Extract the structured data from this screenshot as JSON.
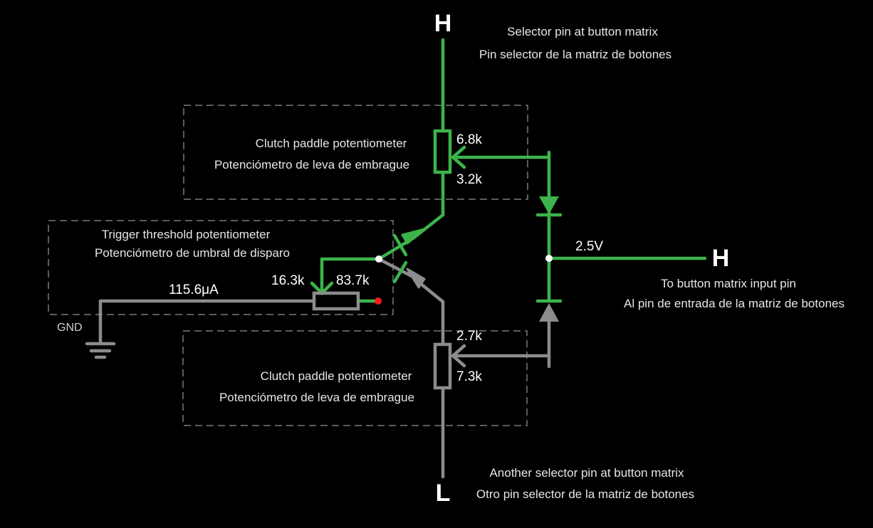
{
  "colors": {
    "background": "#000000",
    "active_wire": "#3cb44b",
    "inactive_wire": "#8c8c8c",
    "box_border": "#7a7a7a",
    "node": "#ffffff",
    "indicator": "#ff1a1a"
  },
  "top_pin": {
    "level": "H",
    "label_en": "Selector pin at button matrix",
    "label_es": "Pin selector de la matriz de botones"
  },
  "bottom_pin": {
    "level": "L",
    "label_en": "Another selector pin at button matrix",
    "label_es": "Otro pin selector de la matriz de botones"
  },
  "output_pin": {
    "level": "H",
    "voltage": "2.5V",
    "label_en": "To button matrix input pin",
    "label_es": "Al pin de entrada de la matriz de botones"
  },
  "clutch_top": {
    "label_en": "Clutch paddle potentiometer",
    "label_es": "Potenciómetro de leva de embrague",
    "r_upper": "6.8k",
    "r_lower": "3.2k"
  },
  "clutch_bottom": {
    "label_en": "Clutch paddle potentiometer",
    "label_es": "Potenciómetro de leva de embrague",
    "r_upper": "2.7k",
    "r_lower": "7.3k"
  },
  "trigger": {
    "label_en": "Trigger threshold potentiometer",
    "label_es": "Potenciómetro de umbral de disparo",
    "r_left": "16.3k",
    "r_right": "83.7k",
    "current": "115.6μA",
    "ground": "GND"
  }
}
